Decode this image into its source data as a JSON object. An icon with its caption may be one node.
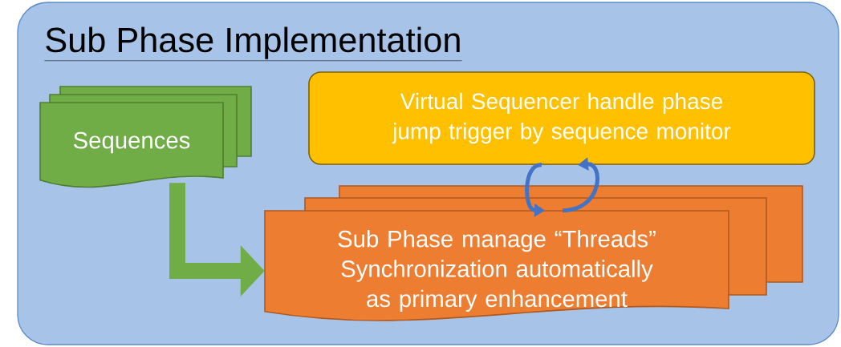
{
  "diagram": {
    "nodes": [
      {
        "text": [
          "Sub Phase Implementation"
        ]
      },
      {
        "text": [
          "Sequences"
        ],
        "in": 0
      },
      {
        "text": [
          "Virtual Sequencer handle phase jump trigger by sequence monitor"
        ],
        "in": 0
      },
      {
        "text": [
          "Sub Phase manage “Threads” Synchronization automatically as primary enhancement"
        ],
        "in": 0
      }
    ],
    "edges": [
      {
        "from": 1,
        "to": 3,
        "arrow": "to",
        "style": "thick",
        "color": "#70ad47"
      },
      {
        "from": 2,
        "to": 3,
        "arrow": "to",
        "color": "#4472c4"
      },
      {
        "from": 3,
        "to": 2,
        "arrow": "to",
        "color": "#4472c4"
      }
    ]
  }
}
